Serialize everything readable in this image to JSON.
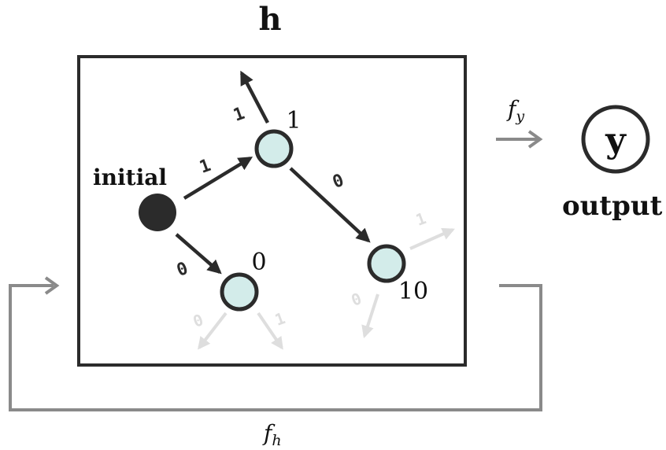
{
  "diagram": {
    "state_label": "h",
    "output_symbol": "y",
    "output_label": "output",
    "fy_label_base": "f",
    "fy_label_sub": "y",
    "fh_label_base": "f",
    "fh_label_sub": "h"
  },
  "nodes": {
    "initial_label": "initial",
    "n1_label": "1",
    "n0_label": "0",
    "n10_label": "10"
  },
  "edges": {
    "init_to_1": "1",
    "init_to_0": "0",
    "n1_up": "1",
    "n1_to_10": "0",
    "n0_faded_left": "0",
    "n0_faded_right": "1",
    "n10_faded_right": "1",
    "n10_faded_down": "0"
  },
  "colors": {
    "stroke": "#2b2b2b",
    "node_fill": "#d3ecea",
    "initial_fill": "#2b2b2b",
    "faded": "#dedede",
    "loop": "#8a8a8a"
  }
}
